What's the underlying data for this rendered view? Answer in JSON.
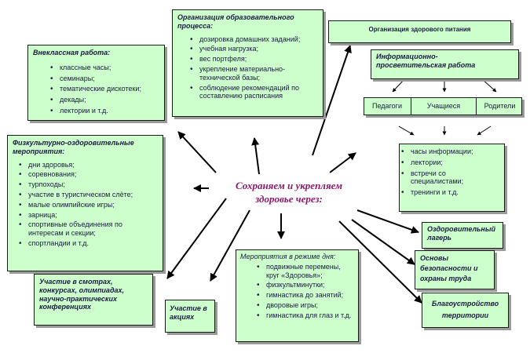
{
  "center": {
    "line1": "Сохраняем и укрепляем",
    "line2": "здоровье через:"
  },
  "vneklass": {
    "title": "Внеклассная работа:",
    "items": [
      "классные часы;",
      "семинары;",
      "тематические дискотеки;",
      "декады;",
      "лектории и т.д."
    ]
  },
  "org_process": {
    "title1": "Организация образовательного",
    "title2": "процесса:",
    "items": [
      "дозировка домашних заданий;",
      "учебная нагрузка;",
      "вес портфеля;",
      "укрепление материально-технической базы;",
      "соблюдение рекомендаций по составлению расписания"
    ]
  },
  "nutrition": {
    "title": "Организация здорового питания"
  },
  "info": {
    "title1": "Информационно-",
    "title2": "просветительская работа"
  },
  "groups": {
    "teachers": "Педагоги",
    "students": "Учащиеся",
    "parents": "Родители"
  },
  "info_items": [
    "часы информации;",
    "лектории;",
    "встречи со специалистами;",
    "тренинги и т.д."
  ],
  "sport": {
    "title1": "Физкультурно-оздоровительные",
    "title2": "мероприятия:",
    "items": [
      "дни здоровья;",
      "соревнования;",
      "турпоходы;",
      "участие в туристическом слёте;",
      "малые олимпийские игры;",
      "зарница;",
      "спортивные объединения по интересам и секции;",
      "спортландии и т.д."
    ]
  },
  "contests": {
    "line1": "Участие в смотрах,",
    "line2": "конкурсах, олимпиадах,",
    "line3": "научно-практических",
    "line4": "конференциях"
  },
  "actions": {
    "line1": "Участие в",
    "line2": "акциях"
  },
  "regime": {
    "title": "Мероприятия в режиме дня:",
    "items": [
      "подвижные перемены, круг «Здоровья»;",
      "физкультминутки;",
      "гимнастика до занятий;",
      "дворовые игры;",
      "гимнастика для глаз и т.д."
    ]
  },
  "camp": {
    "line1": "Оздоровительный",
    "line2": "лагерь"
  },
  "safety": {
    "line1": "Основы",
    "line2": "безопасности и",
    "line3": "охраны труда"
  },
  "territory": {
    "line1": "Благоустройство",
    "line2": "территории"
  }
}
